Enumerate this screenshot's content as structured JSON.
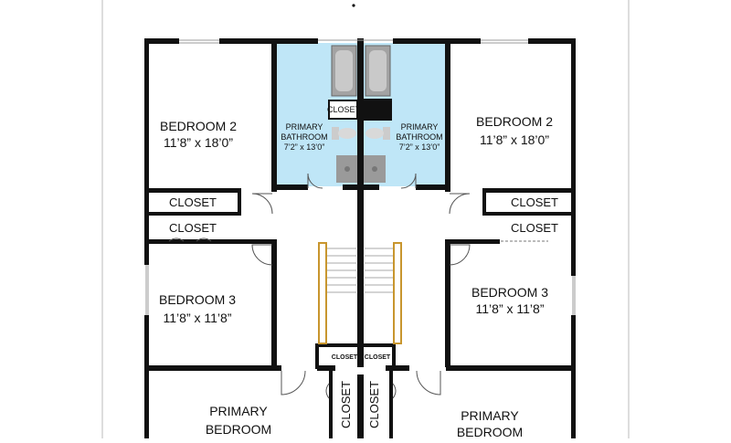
{
  "rooms": {
    "bedroom2_left": {
      "name": "BEDROOM 2",
      "dims": "11’8” x 18’0”"
    },
    "bedroom2_right": {
      "name": "BEDROOM 2",
      "dims": "11’8” x 18’0”"
    },
    "bedroom3_left": {
      "name": "BEDROOM 3",
      "dims": "11’8” x 11’8”"
    },
    "bedroom3_right": {
      "name": "BEDROOM 3",
      "dims": "11’8” x 11’8”"
    },
    "bath_left": {
      "line1": "PRIMARY",
      "line2": "BATHROOM",
      "dims": "7’2” x 13’0”"
    },
    "bath_right": {
      "line1": "PRIMARY",
      "line2": "BATHROOM",
      "dims": "7’2” x 13’0”"
    },
    "primary_left": {
      "line1": "PRIMARY",
      "line2": "BEDROOM"
    },
    "primary_right": {
      "line1": "PRIMARY",
      "line2": "BEDROOM"
    }
  },
  "closets": {
    "label": "CLOSET",
    "small": "CLOSET",
    "bath": "CLOSET"
  },
  "colors": {
    "wall": "#111111",
    "bathroom": "#bfe6f7",
    "stair_rail": "#c8962e",
    "fixture": "#9a9a9a"
  }
}
